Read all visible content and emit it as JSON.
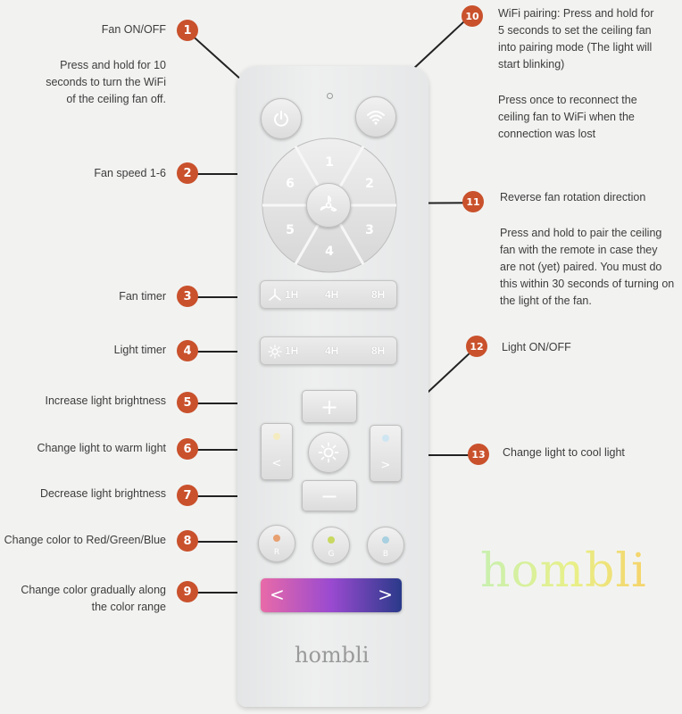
{
  "brand": "hombli",
  "colors": {
    "badge": "#c9512c",
    "leader_line": "#222222",
    "remote_body": "#e8e9ea"
  },
  "callouts": [
    {
      "num": "1",
      "text": "Fan ON/OFF"
    },
    {
      "num": "1",
      "text": "Press and hold for 10 seconds to turn the WiFi of the ceiling fan off."
    },
    {
      "num": "2",
      "text": "Fan speed 1-6"
    },
    {
      "num": "3",
      "text": "Fan timer"
    },
    {
      "num": "4",
      "text": "Light timer"
    },
    {
      "num": "5",
      "text": "Increase light brightness"
    },
    {
      "num": "6",
      "text": "Change light to warm light"
    },
    {
      "num": "7",
      "text": "Decrease light brightness"
    },
    {
      "num": "8",
      "text": "Change color to Red/Green/Blue"
    },
    {
      "num": "9",
      "text": "Change color gradually along the color range"
    },
    {
      "num": "10",
      "text": "WiFi pairing: Press and hold for 5 seconds to set the ceiling fan into pairing mode (The light will start blinking)"
    },
    {
      "num": "10",
      "text": "Press once to reconnect the ceiling fan to WiFi when the connection was lost"
    },
    {
      "num": "11",
      "text": "Reverse fan rotation direction"
    },
    {
      "num": "11",
      "text": "Press and hold to pair the ceiling fan with the remote in case they are not (yet) paired. You must do this within 30 seconds of turning on the light of the fan."
    },
    {
      "num": "12",
      "text": "Light ON/OFF"
    },
    {
      "num": "13",
      "text": "Change light to cool light"
    }
  ],
  "remote": {
    "speeds": [
      "1",
      "2",
      "3",
      "4",
      "5",
      "6"
    ],
    "fan_timer": [
      "1H",
      "4H",
      "8H"
    ],
    "light_timer": [
      "1H",
      "4H",
      "8H"
    ],
    "brightness_up": "+",
    "brightness_down": "−",
    "warm_arrow": "<",
    "cool_arrow": ">",
    "color_buttons": [
      {
        "label": "R",
        "color": "#e8a070"
      },
      {
        "label": "G",
        "color": "#c8d860"
      },
      {
        "label": "B",
        "color": "#a8d0e0"
      }
    ],
    "slider_left": "<",
    "slider_right": ">",
    "slider_gradient": [
      "#e86aa8",
      "#9a4ad0",
      "#2a3a8a"
    ]
  }
}
